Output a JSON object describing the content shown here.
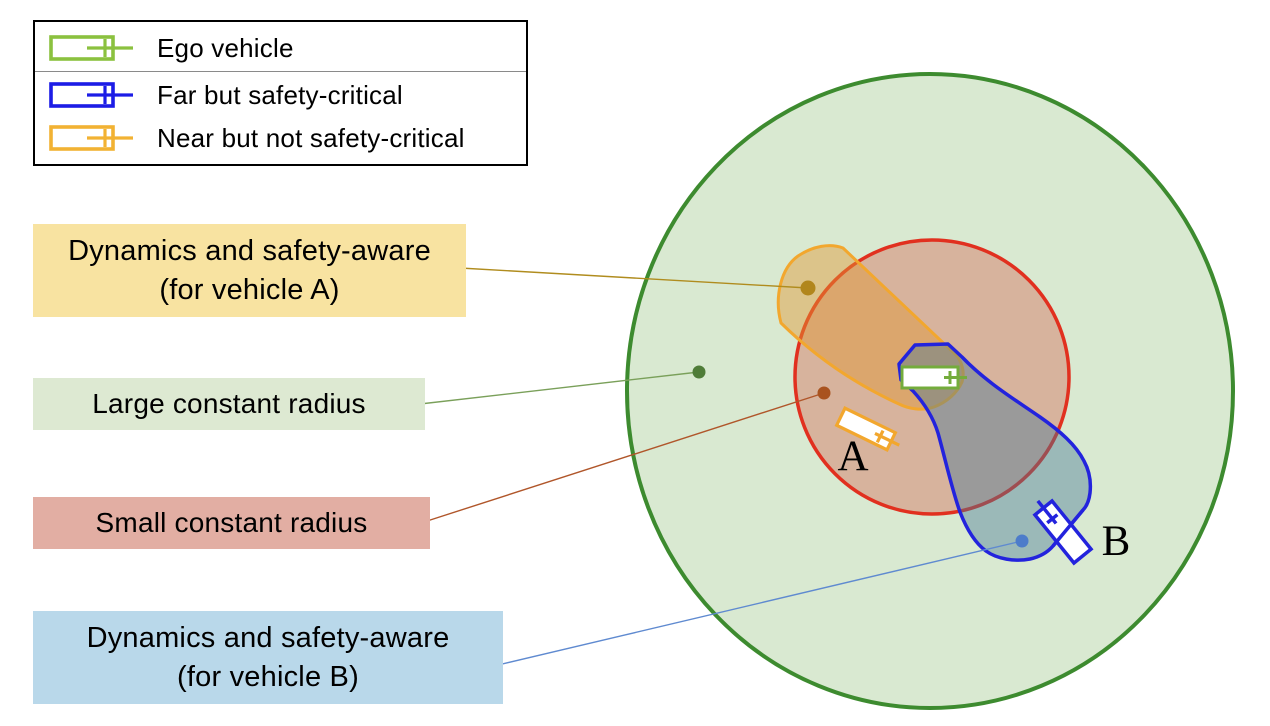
{
  "legend": {
    "items": [
      {
        "label": "Ego vehicle",
        "color": "#8bc13f"
      },
      {
        "label": "Far but safety-critical",
        "color": "#1c1ce6"
      },
      {
        "label": "Near but not safety-critical",
        "color": "#f2b233"
      }
    ]
  },
  "callouts": {
    "vehicle_a": {
      "line1": "Dynamics and safety-aware",
      "line2": "(for vehicle A)",
      "bg": "#f8e3a1",
      "line_color": "#b08c1e",
      "dot_color": "#b1861c"
    },
    "large_radius": {
      "label": "Large constant radius",
      "bg": "#dde9d2",
      "line_color": "#7aa05a",
      "dot_color": "#4f7c38"
    },
    "small_radius": {
      "label": "Small constant radius",
      "bg": "#e2aea3",
      "line_color": "#b0562a",
      "dot_color": "#a9531f"
    },
    "vehicle_b": {
      "line1": "Dynamics and safety-aware",
      "line2": "(for vehicle B)",
      "bg": "#b9d8ea",
      "line_color": "#5f8ad0",
      "dot_color": "#4d7cca"
    }
  },
  "diagram": {
    "vehicle_a_label": "A",
    "vehicle_b_label": "B",
    "colors": {
      "large_circle_stroke": "#3d8b2f",
      "large_circle_fill": "rgba(146,191,124,0.35)",
      "small_circle_stroke": "#e1301f",
      "small_circle_fill": "rgba(213,80,60,0.35)",
      "near_blob_stroke": "#f2a72e",
      "near_blob_fill": "rgba(225,150,50,0.45)",
      "safety_blob_stroke": "#2323dd",
      "safety_blob_fill": "rgba(70,120,150,0.42)",
      "ego_stroke": "#74ac3c"
    }
  }
}
